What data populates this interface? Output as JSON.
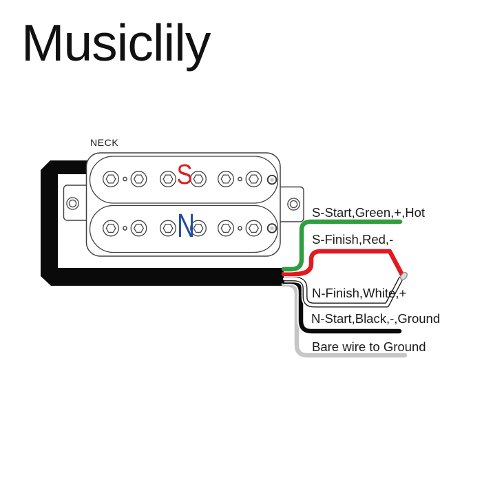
{
  "brand": "Musiclily",
  "diagram": {
    "pickup_label": "NECK",
    "magnets": {
      "south": {
        "letter": "S",
        "color": "#d81f26"
      },
      "north": {
        "letter": "N",
        "color": "#1f4fa0"
      }
    },
    "cable_color": "#0a0a0a",
    "wires": [
      {
        "id": "s-start-green",
        "label": "S-Start,Green,+,Hot",
        "color": "#2e9e3e"
      },
      {
        "id": "s-finish-red",
        "label": "S-Finish,Red,-",
        "color": "#e2191f"
      },
      {
        "id": "n-finish-white",
        "label": "N-Finish,White,+",
        "color": "#ffffff"
      },
      {
        "id": "n-start-black",
        "label": "N-Start,Black,-,Ground",
        "color": "#0a0a0a"
      },
      {
        "id": "bare-wire",
        "label": "Bare wire to Ground",
        "color": "#c6c6c6"
      }
    ]
  }
}
